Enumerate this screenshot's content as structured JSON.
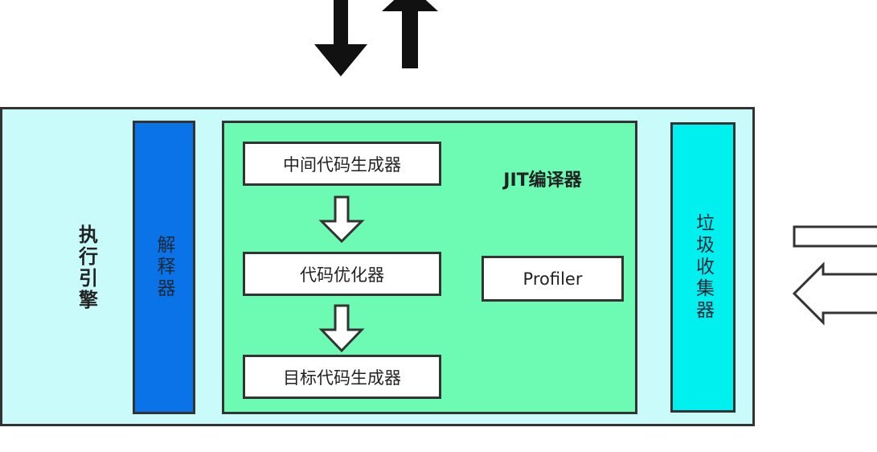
{
  "engine": {
    "label": "执行引擎"
  },
  "interpreter": {
    "label": "解释器"
  },
  "jit": {
    "label": "JIT编译器",
    "stages": [
      "中间代码生成器",
      "代码优化器",
      "目标代码生成器"
    ],
    "profiler": "Profiler"
  },
  "gc": {
    "label": "垃圾收集器"
  },
  "colors": {
    "engine_bg": "#c9fbfb",
    "interpreter_bg": "#0a73e8",
    "jit_bg": "#6dfbb3",
    "gc_bg": "#00efef",
    "border": "#333333"
  },
  "icons": [
    "arrow-down-icon",
    "arrow-up-icon",
    "hollow-arrow-down-icon",
    "hollow-arrow-left-icon"
  ]
}
